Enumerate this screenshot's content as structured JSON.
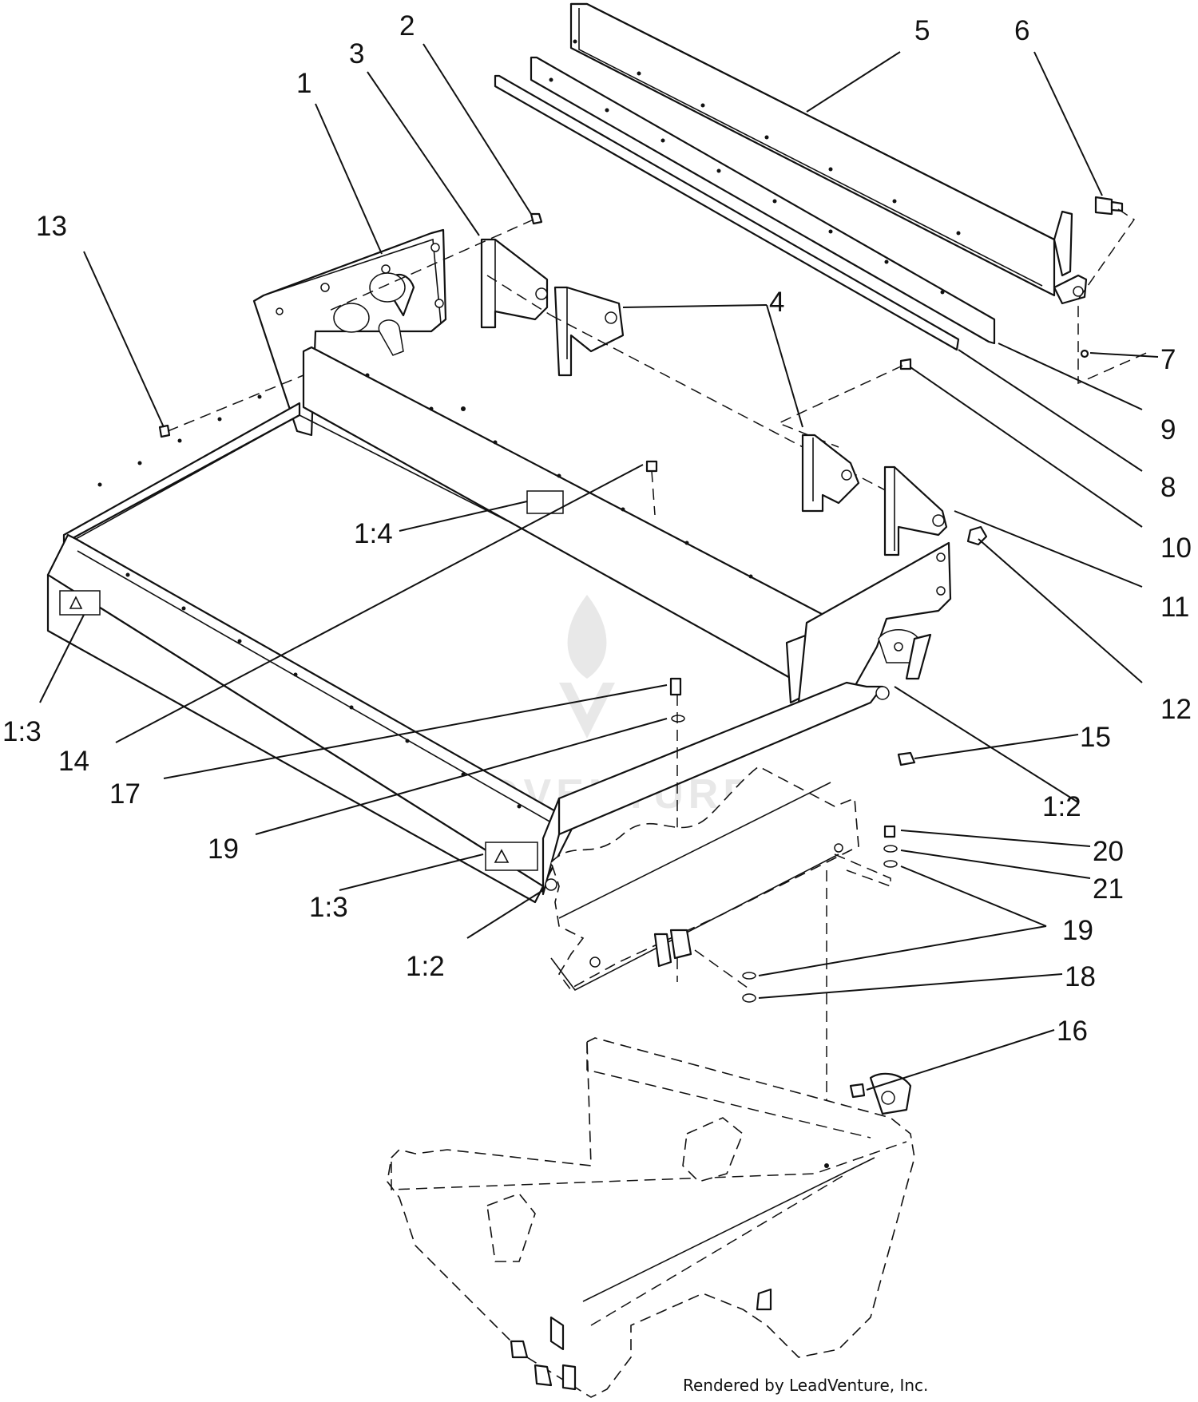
{
  "diagram": {
    "labels": [
      {
        "id": "l-1",
        "text": "1"
      },
      {
        "id": "l-2",
        "text": "2"
      },
      {
        "id": "l-3",
        "text": "3"
      },
      {
        "id": "l-4",
        "text": "4"
      },
      {
        "id": "l-5",
        "text": "5"
      },
      {
        "id": "l-6",
        "text": "6"
      },
      {
        "id": "l-7",
        "text": "7"
      },
      {
        "id": "l-8",
        "text": "8"
      },
      {
        "id": "l-9",
        "text": "9"
      },
      {
        "id": "l-10",
        "text": "10"
      },
      {
        "id": "l-11",
        "text": "11"
      },
      {
        "id": "l-12",
        "text": "12"
      },
      {
        "id": "l-13",
        "text": "13"
      },
      {
        "id": "l-14",
        "text": "14"
      },
      {
        "id": "l-15",
        "text": "15"
      },
      {
        "id": "l-16",
        "text": "16"
      },
      {
        "id": "l-17",
        "text": "17"
      },
      {
        "id": "l-18",
        "text": "18"
      },
      {
        "id": "l-19a",
        "text": "19"
      },
      {
        "id": "l-19b",
        "text": "19"
      },
      {
        "id": "l-20",
        "text": "20"
      },
      {
        "id": "l-21",
        "text": "21"
      },
      {
        "id": "l-1-2a",
        "text": "1:2"
      },
      {
        "id": "l-1-2b",
        "text": "1:2"
      },
      {
        "id": "l-1-3a",
        "text": "1:3"
      },
      {
        "id": "l-1-3b",
        "text": "1:3"
      },
      {
        "id": "l-1-4",
        "text": "1:4"
      }
    ],
    "watermark": "LEADVENTURE",
    "credit": "Rendered by LeadVenture, Inc.",
    "colors": {
      "line": "#111111",
      "background": "#ffffff",
      "watermark": "#d6d6d6"
    }
  }
}
